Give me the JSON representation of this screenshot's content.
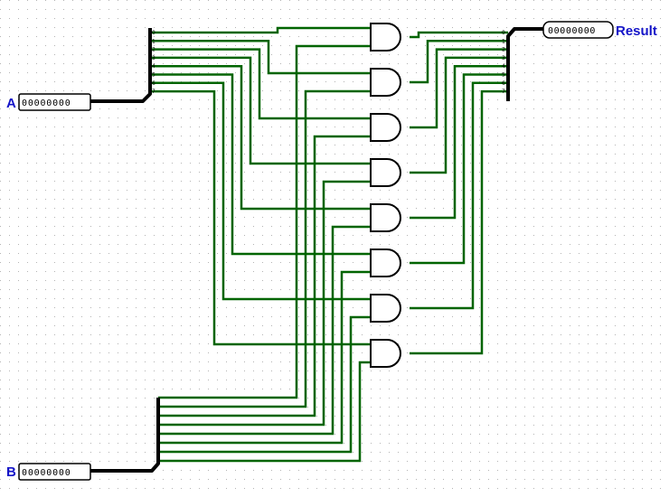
{
  "colors": {
    "wire": "#006400",
    "bus": "#000000",
    "label": "#1414c8",
    "grid": "#b4b4b4",
    "background": "#ffffff",
    "gate_fill": "#ffffff",
    "gate_stroke": "#000000"
  },
  "pins": {
    "a": {
      "label": "A",
      "value": "00000000"
    },
    "b": {
      "label": "B",
      "value": "00000000"
    },
    "result": {
      "label": "Result",
      "value": "00000000"
    }
  },
  "splitter_indices": [
    "0",
    "1",
    "2",
    "3",
    "4",
    "5",
    "6",
    "7"
  ],
  "gates": [
    {
      "name": "and-gate-0",
      "kind": "AND"
    },
    {
      "name": "and-gate-1",
      "kind": "AND"
    },
    {
      "name": "and-gate-2",
      "kind": "AND"
    },
    {
      "name": "and-gate-3",
      "kind": "AND"
    },
    {
      "name": "and-gate-4",
      "kind": "AND"
    },
    {
      "name": "and-gate-5",
      "kind": "AND"
    },
    {
      "name": "and-gate-6",
      "kind": "AND"
    },
    {
      "name": "and-gate-7",
      "kind": "AND"
    }
  ]
}
